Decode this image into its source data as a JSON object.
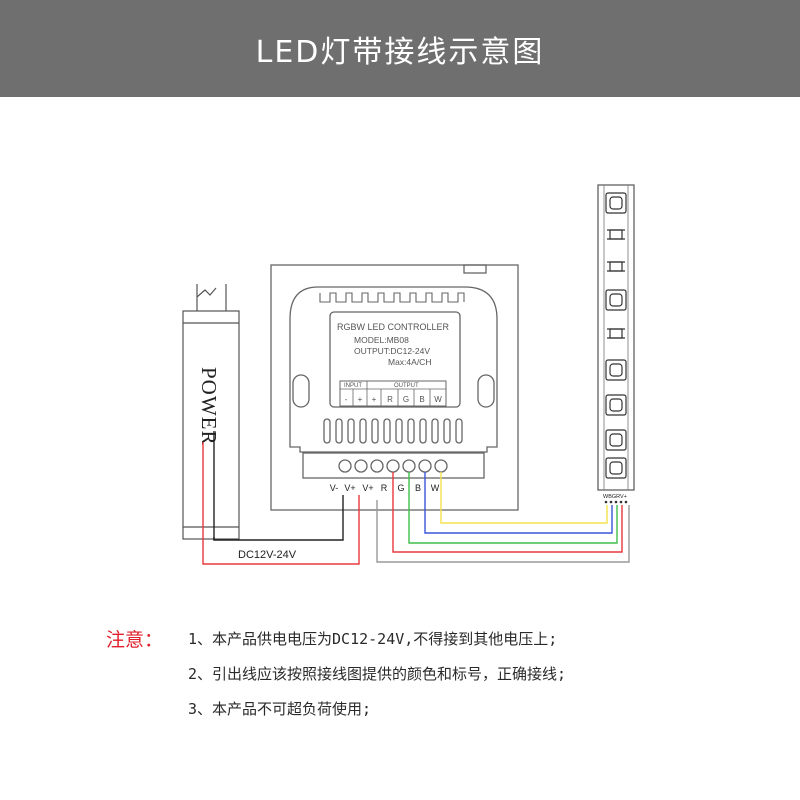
{
  "header": {
    "title": "LED灯带接线示意图"
  },
  "power": {
    "label": "POWER"
  },
  "controller": {
    "lines": [
      "RGBW LED CONTROLLER",
      "MODEL:MB08",
      "OUTPUT:DC12-24V",
      "Max:4A/CH"
    ],
    "input_label": "INPUT",
    "output_label": "OUTPUT",
    "ports": [
      "-",
      "+",
      "+",
      "R",
      "G",
      "B",
      "W"
    ],
    "terminals": [
      "V-",
      "V+",
      "V+",
      "R",
      "G",
      "B",
      "W"
    ]
  },
  "strip": {
    "terminal_label": "WBGRV+"
  },
  "wire_label": "DC12V-24V",
  "colors": {
    "red": "#e8383d",
    "green": "#3fbf4a",
    "blue": "#3a56d8",
    "yellow": "#f2e24a",
    "black": "#222222",
    "gray": "#9a9a9a",
    "header_bg": "#6f6f6f",
    "note_red": "#e0202a"
  },
  "notes": {
    "label": "注意：",
    "items": [
      "1、本产品供电电压为DC12-24V,不得接到其他电压上;",
      "2、引出线应该按照接线图提供的颜色和标号，正确接线;",
      "3、本产品不可超负荷使用;"
    ]
  }
}
